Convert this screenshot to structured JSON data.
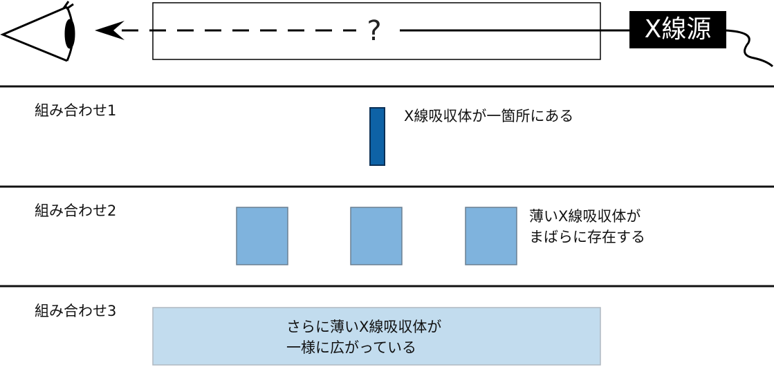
{
  "top": {
    "source_label": "X線源",
    "question_mark": "?"
  },
  "rows": [
    {
      "label": "組み合わせ1",
      "note": "X線吸収体が一箇所にある"
    },
    {
      "label": "組み合わせ2",
      "note": "薄いX線吸収体が\nまばらに存在する"
    },
    {
      "label": "組み合わせ3",
      "note": "さらに薄いX線吸収体が\n一様に広がっている"
    }
  ],
  "colors": {
    "dense_absorber": "#0e62a6",
    "thin_absorber": "#7fb3dd",
    "thinner_absorber": "#c2dcee",
    "divider": "#111111"
  }
}
